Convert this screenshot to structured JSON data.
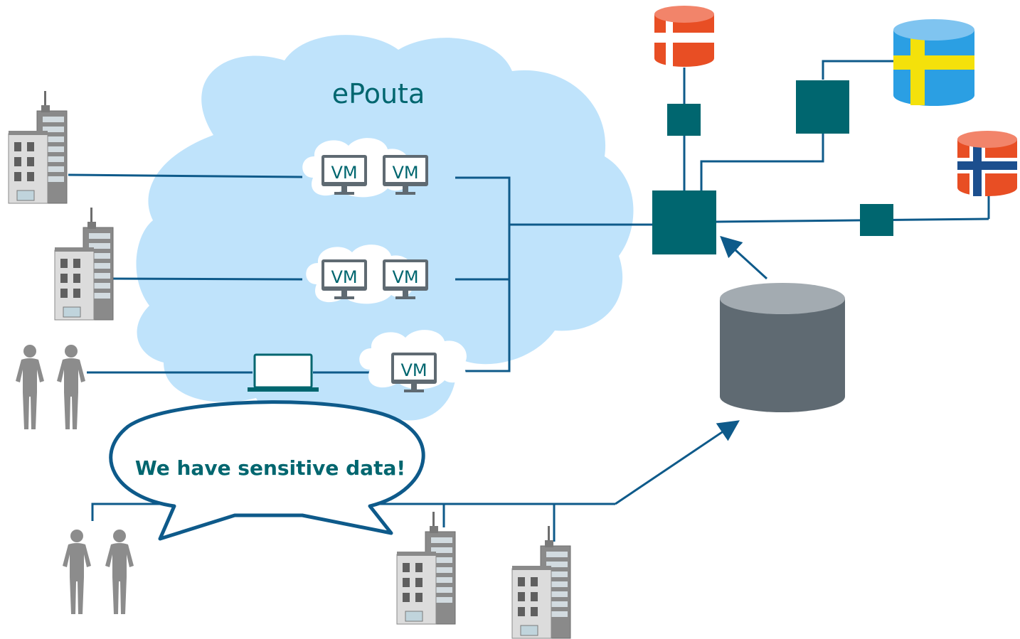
{
  "cloud": {
    "title": "ePouta"
  },
  "vm_label": "VM",
  "speech": {
    "text": "We have sensitive data!"
  },
  "colors": {
    "cloud": "#bfe3fb",
    "teal": "#00666f",
    "line": "#0e5a8a",
    "building": "#8c8c8c",
    "person": "#8c8c8c",
    "database": "#5f6a72",
    "flag_denmark": "#e84e24",
    "flag_sweden": "#2b9fe3",
    "flag_sweden_cross": "#f4e10b",
    "flag_norway": "#e84e24",
    "flag_norway_cross": "#1c4f8e"
  },
  "icons": [
    "building-icon",
    "people-icon",
    "laptop-icon",
    "monitor-icon",
    "database-icon",
    "network-node-icon",
    "arrow-icon"
  ]
}
